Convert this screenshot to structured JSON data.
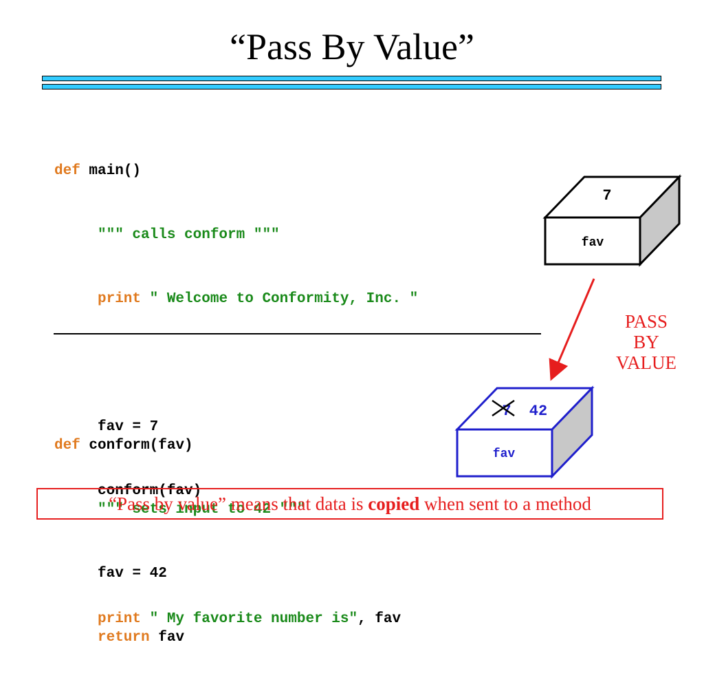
{
  "slide": {
    "title": "“Pass By Value”"
  },
  "code_main": {
    "def_kw": "def",
    "sig": "main()",
    "docstring": "\"\"\" calls conform \"\"\"",
    "print_kw": "print",
    "print1_str": "\" Welcome to Conformity, Inc. \"",
    "assign": "fav = 7",
    "call": "conform(fav)",
    "print2_str": "\" My favorite number is\"",
    "print2_rest": ", fav"
  },
  "code_conform": {
    "def_kw": "def",
    "sig": "conform(fav)",
    "docstring": "\"\"\" sets input to 42 \"\"\"",
    "assign": "fav = 42",
    "return_kw": "return",
    "return_rest": "fav"
  },
  "box_top": {
    "value": "7",
    "name": "fav"
  },
  "box_bottom": {
    "old_value": "7",
    "new_value": "42",
    "name": "fav"
  },
  "pass_label": {
    "line1": "PASS",
    "line2": "BY",
    "line3": "VALUE"
  },
  "footer": {
    "before": "“Pass by value” means that data is ",
    "emphasis": "copied",
    "after": " when sent to a method"
  },
  "colors": {
    "keyword": "#e07a1f",
    "string": "#1a8a1a",
    "accent_red": "#e61e1e",
    "box_blue": "#1f1fcc",
    "rule_cyan": "#33ccff"
  }
}
